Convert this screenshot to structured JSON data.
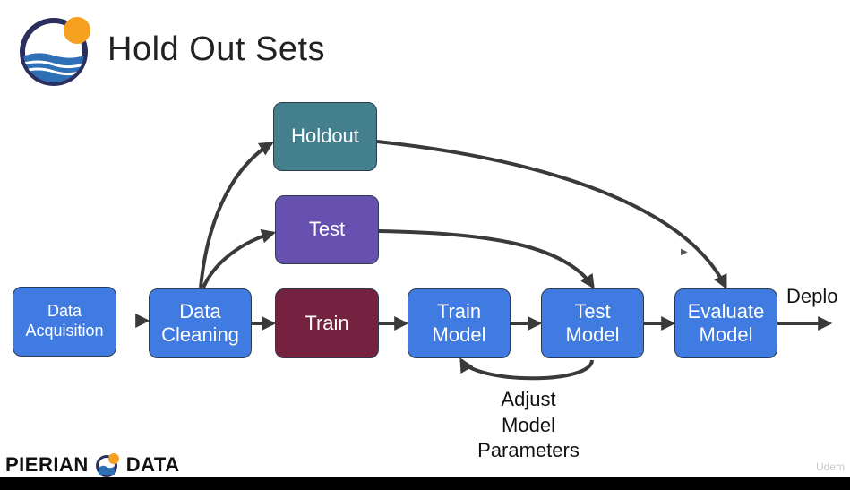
{
  "slide": {
    "title": "Hold Out Sets",
    "brand_left": "PIERIAN",
    "brand_right": "DATA",
    "deploy_label": "Deplo",
    "adjust_label": "Adjust\nModel\nParameters",
    "watermark": "Udem"
  },
  "nodes": {
    "data_acquisition": "Data\nAcquisition",
    "data_cleaning": "Data\nCleaning",
    "holdout": "Holdout",
    "test": "Test",
    "train": "Train",
    "train_model": "Train\nModel",
    "test_model": "Test\nModel",
    "evaluate_model": "Evaluate\nModel"
  },
  "colors": {
    "process_blue": "#3f7be0",
    "holdout_teal": "#437f8d",
    "test_purple": "#6650b0",
    "train_maroon": "#74223f",
    "arrow": "#3a3a3a",
    "logo_navy": "#2b2f5e",
    "logo_orange": "#f5a020",
    "logo_wave": "#2f6fb5"
  }
}
